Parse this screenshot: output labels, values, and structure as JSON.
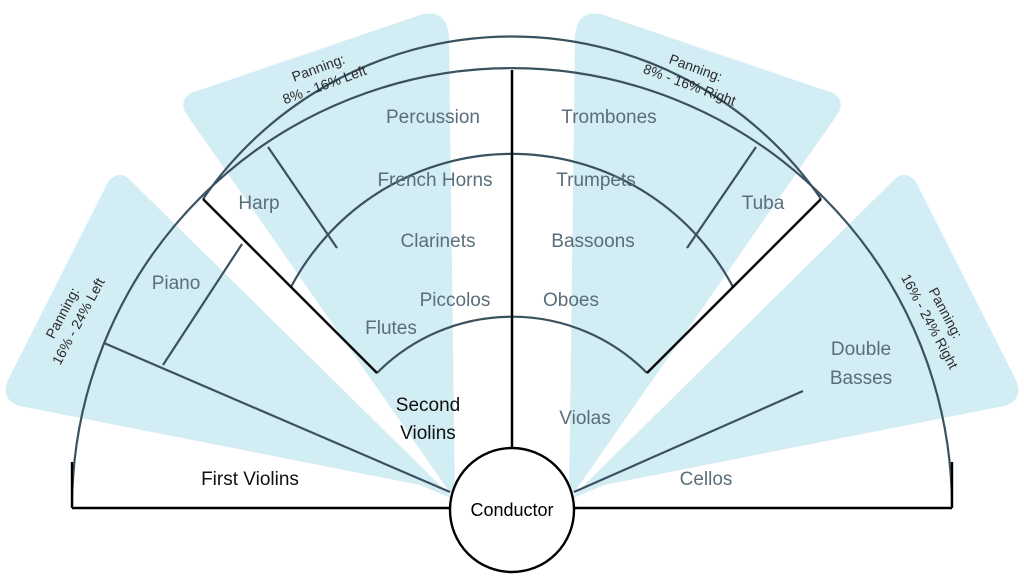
{
  "conductor": "Conductor",
  "sections": {
    "percussion": "Percussion",
    "trombones": "Trombones",
    "harp": "Harp",
    "french_horns": "French Horns",
    "trumpets": "Trumpets",
    "tuba": "Tuba",
    "piano": "Piano",
    "clarinets": "Clarinets",
    "bassoons": "Bassoons",
    "piccolos": "Piccolos",
    "oboes": "Oboes",
    "flutes": "Flutes",
    "second_violins_1": "Second",
    "second_violins_2": "Violins",
    "violas": "Violas",
    "double_basses_1": "Double",
    "double_basses_2": "Basses",
    "first_violins": "First Violins",
    "cellos": "Cellos"
  },
  "panning": {
    "left_inner_title": "Panning:",
    "left_inner_range": "8% - 16% Left",
    "right_inner_title": "Panning:",
    "right_inner_range": "8% - 16% Right",
    "left_outer_title": "Panning:",
    "left_outer_range": "16% - 24% Left",
    "right_outer_title": "Panning:",
    "right_outer_range": "16% - 24% Right"
  },
  "colors": {
    "panning_zone": "#d3edf4",
    "section_text": "#5a6e7a",
    "outline": "#3a5260"
  }
}
